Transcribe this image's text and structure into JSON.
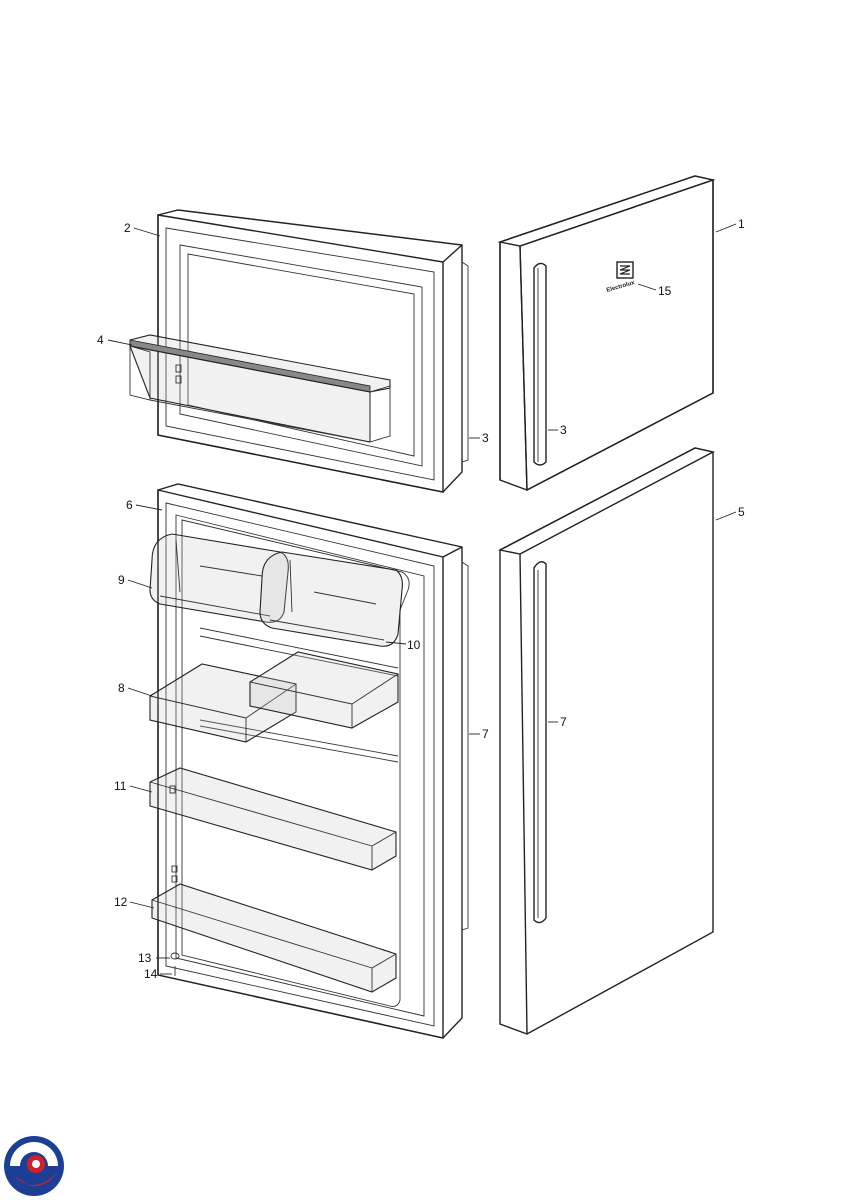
{
  "callouts": {
    "c1": "1",
    "c2": "2",
    "c3a": "3",
    "c3b": "3",
    "c4": "4",
    "c5": "5",
    "c6": "6",
    "c7a": "7",
    "c7b": "7",
    "c8": "8",
    "c9": "9",
    "c10": "10",
    "c11": "11",
    "c12": "12",
    "c13": "13",
    "c14": "14",
    "c15": "15"
  },
  "brand": {
    "name": "Electrolux"
  },
  "colors": {
    "line": "#222222",
    "logo_red": "#d0202a",
    "logo_blue": "#1c3f95"
  }
}
